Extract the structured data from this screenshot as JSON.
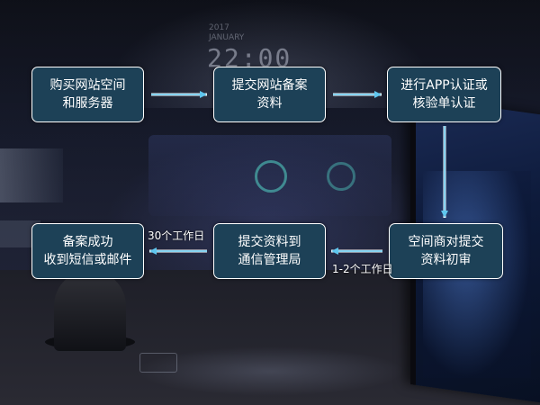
{
  "nodes": {
    "buy_space": {
      "line1": "购买网站空间",
      "line2": "和服务器"
    },
    "submit_docs": {
      "line1": "提交网站备案",
      "line2": "资料"
    },
    "app_verify": {
      "line1": "进行APP认证或",
      "line2": "核验单认证"
    },
    "initial_review": {
      "line1": "空间商对提交",
      "line2": "资料初审"
    },
    "submit_to_bureau": {
      "line1": "提交资料到",
      "line2": "通信管理局"
    },
    "success": {
      "line1": "备案成功",
      "line2": "收到短信或邮件"
    }
  },
  "edges": {
    "review_to_bureau_label": "1-2个工作日",
    "bureau_to_success_label": "30个工作日"
  },
  "background": {
    "clock_time": "22:00",
    "clock_year": "2017",
    "clock_month": "JANUARY"
  },
  "colors": {
    "node_fill": "#1d4157",
    "node_border": "#ffffff",
    "arrow": "#5fc6ee",
    "text": "#ffffff"
  }
}
